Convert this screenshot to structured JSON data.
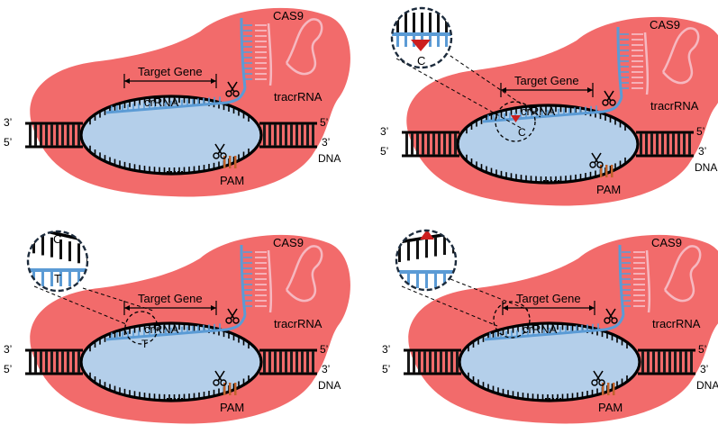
{
  "labels": {
    "cas9": "CAS9",
    "tracrrna": "tracrRNA",
    "crrna": "crRNA",
    "target_gene": "Target Gene",
    "pam": "PAM",
    "dna": "DNA",
    "prime3": "3’",
    "prime5": "5’"
  },
  "zoom_labels": {
    "panel2_base": "C",
    "panel2_inset_base": "C",
    "panel3_top_base": "C",
    "panel3_bottom_base": "T",
    "panel3_inset_base": "T"
  },
  "icons": [
    "scissors-icon",
    "scissors-icon-pam"
  ],
  "colors": {
    "protein": "#f26b6b",
    "bubble": "#b4cfea",
    "rna": "#5b9bd5",
    "tracr": "#f6b8c0",
    "pam": "#c0622b",
    "deaminase": "#cc1f1f",
    "strand": "#000000"
  }
}
